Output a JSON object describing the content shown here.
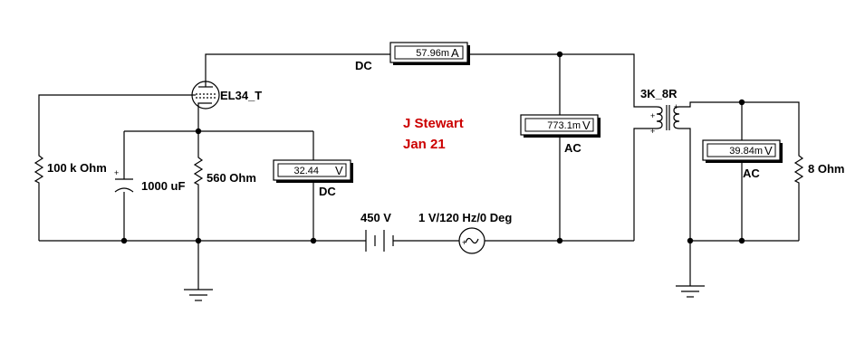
{
  "tube": {
    "label": "EL34_T"
  },
  "resistors": {
    "grid": "100 k Ohm",
    "cathode": "560  Ohm",
    "load": "8  Ohm"
  },
  "capacitor": {
    "label": "1000 uF",
    "polarity": "+"
  },
  "battery": {
    "label": "450 V"
  },
  "ac_source": {
    "label": "1 V/120 Hz/0 Deg"
  },
  "transformer": {
    "label": "3K_8R",
    "polarity": "+"
  },
  "meters": {
    "plate_current": {
      "value": "57.96m",
      "unit": "A",
      "mode": "DC"
    },
    "cathode_voltage": {
      "value": "32.44",
      "unit": "V",
      "mode": "DC"
    },
    "primary_voltage": {
      "value": "773.1m",
      "unit": "V",
      "mode": "AC"
    },
    "secondary_voltage": {
      "value": "39.84m",
      "unit": "V",
      "mode": "AC"
    }
  },
  "author": {
    "name": "J Stewart",
    "date": "Jan 21"
  },
  "colors": {
    "wire": "#000000",
    "annotation": "#cc0000"
  }
}
